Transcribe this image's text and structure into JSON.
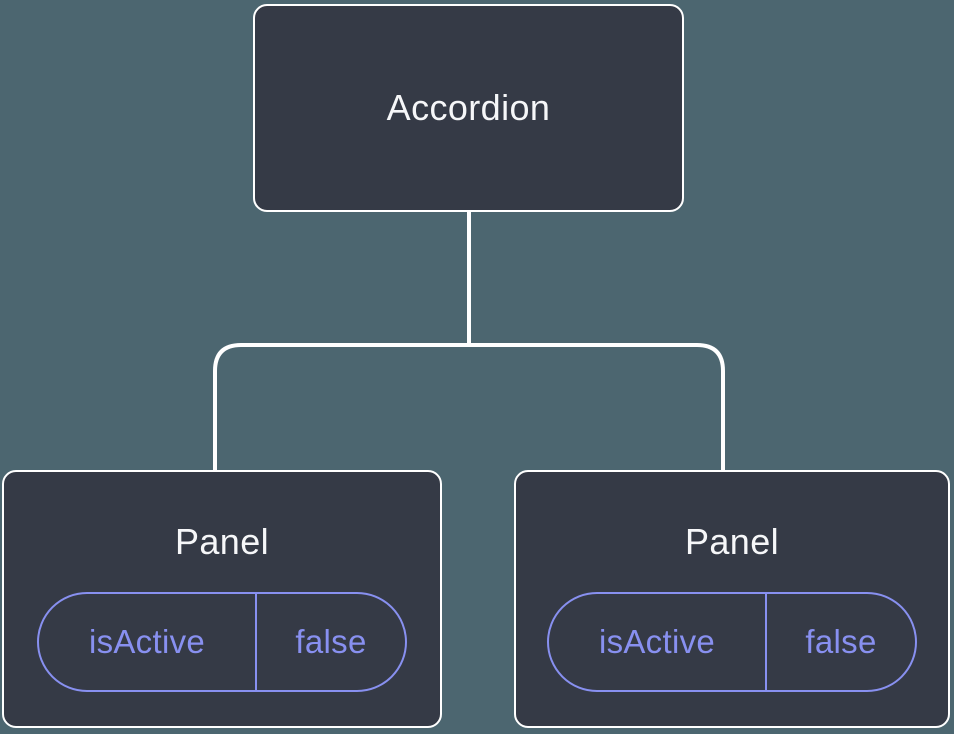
{
  "tree": {
    "root": {
      "label": "Accordion"
    },
    "children": [
      {
        "label": "Panel",
        "state_key": "isActive",
        "state_value": "false"
      },
      {
        "label": "Panel",
        "state_key": "isActive",
        "state_value": "false"
      }
    ]
  },
  "colors": {
    "background": "#4c6670",
    "node_fill": "#353a46",
    "node_border": "#ffffff",
    "connector_line": "#ffffff",
    "state_accent": "#8890f0",
    "label_text": "#f6f7f9"
  }
}
